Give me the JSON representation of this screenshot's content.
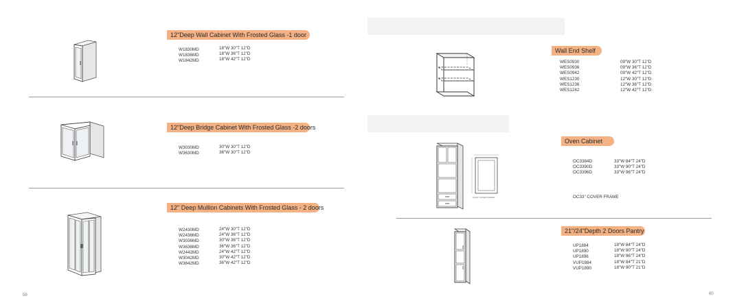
{
  "left_page": {
    "sections": [
      {
        "title": "12\"Deep Wall Cabinet With Frosted Glass -1 door",
        "codes": [
          "W1830MD",
          "W1836MD",
          "W1842MD"
        ],
        "dims": [
          "18\"W 30\"T 12\"D",
          "18\"W 36\"T 12\"D",
          "18\"W 42\"T 12\"D"
        ]
      },
      {
        "title": "12\"Deep Bridge Cabinet With Frosted Glass -2 doors",
        "codes": [
          "W3030MD",
          "W3630MD"
        ],
        "dims": [
          "30\"W 30\"T 12\"D",
          "36\"W 30\"T 12\"D"
        ]
      },
      {
        "title": "12\" Deep Mullion Cabinets With Frosted Glass - 2 doors",
        "codes": [
          "W2430MD",
          "W2436MD",
          "W3036MD",
          "W3636MD",
          "W2442MD",
          "W3042MD",
          "W3642MD"
        ],
        "dims": [
          "24\"W 30\"T 12\"D",
          "24\"W 36\"T 12\"D",
          "30\"W 36\"T 12\"D",
          "36\"W 36\"T 12\"D",
          "24\"W 42\"T 12\"D",
          "30\"W 42\"T 12\"D",
          "36\"W 42\"T 12\"D"
        ]
      }
    ],
    "page_number": "59"
  },
  "right_page": {
    "sections": [
      {
        "title": "Wall End Shelf",
        "codes": [
          "WES0930",
          "WES0936",
          "WES0942",
          "WES1230",
          "WES1236",
          "WES1242"
        ],
        "dims": [
          "09\"W 30\"T 12\"D",
          "09\"W 36\"T 12\"D",
          "09\"W 42\"T 12\"D",
          "12\"W 30\"T 12\"D",
          "12\"W 36\"T 12\"D",
          "12\"W 42\"T 12\"D"
        ]
      },
      {
        "title": "Oven Cabinet",
        "codes": [
          "OC3384D",
          "OC3390D",
          "OC3396D"
        ],
        "dims": [
          "33\"W 84\"T 24\"D",
          "33\"W 90\"T 24\"D",
          "33\"W 96\"T 24\"D"
        ],
        "note": "OC33\" COVER FRAME",
        "drawing_caption": "OC33\" COVER FRAME"
      },
      {
        "title": "21\"/24\"Depth 2 Doors Pantry",
        "codes": [
          "UP1884",
          "UP1890",
          "UP1896",
          "VUP1884",
          "VUP1890"
        ],
        "dims": [
          "18\"W 84\"T 24\"D",
          "18\"W 90\"T 24\"D",
          "18\"W 96\"T 24\"D",
          "18\"W 84\"T 21\"D",
          "18\"W 90\"T 21\"D"
        ]
      }
    ],
    "page_number": "60"
  }
}
